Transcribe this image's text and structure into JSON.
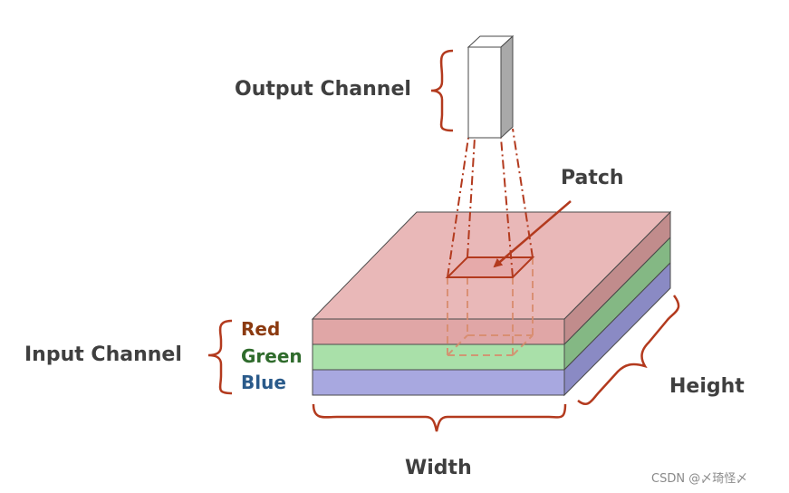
{
  "labels": {
    "output_channel": "Output Channel",
    "patch": "Patch",
    "input_channel": "Input Channel",
    "width": "Width",
    "height": "Height"
  },
  "channels": [
    {
      "name": "Red",
      "text_color": "#8b3a10",
      "front_color": "#e0a6a6",
      "side_color": "#c18c8c"
    },
    {
      "name": "Green",
      "text_color": "#2f6b2c",
      "front_color": "#a9e0a9",
      "side_color": "#84b884"
    },
    {
      "name": "Blue",
      "text_color": "#2a5a8a",
      "front_color": "#a8a8e0",
      "side_color": "#8a8ac4"
    }
  ],
  "colors": {
    "top_face": "#e9b8b8",
    "accent_red": "#b33a1e",
    "patch_fill": "#e6aaaa",
    "text_dark": "#3f3f3f"
  },
  "watermark": "CSDN @〆琦怪〆"
}
